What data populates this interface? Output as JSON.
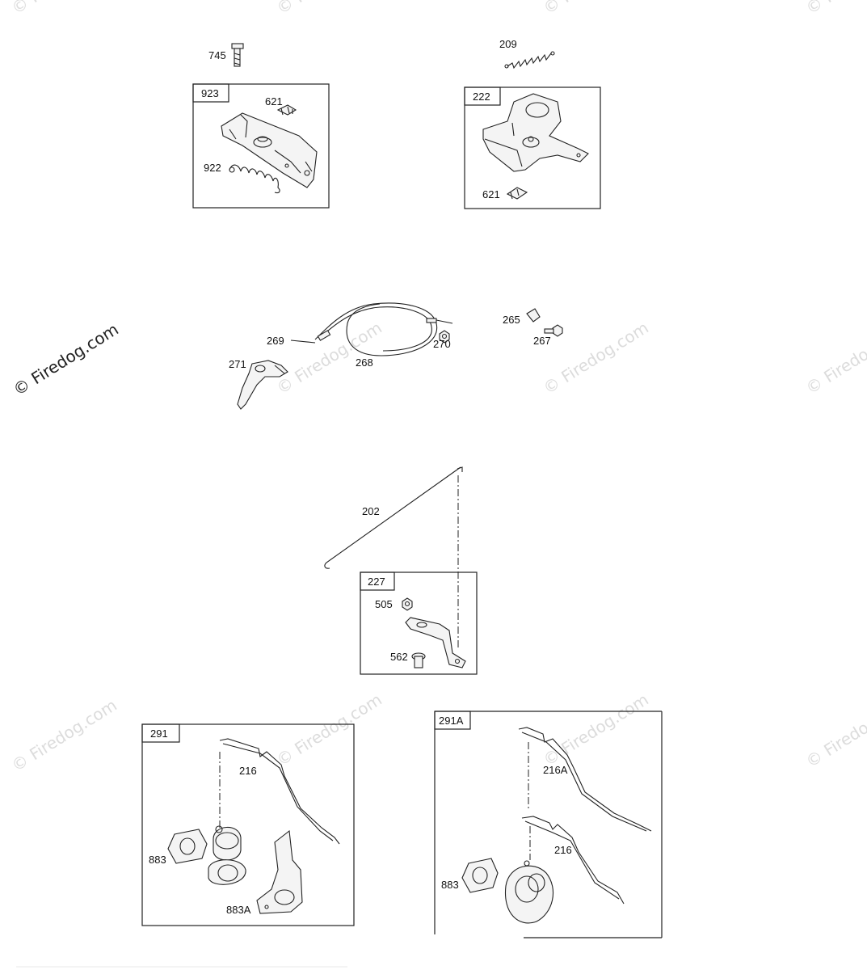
{
  "watermark": {
    "text": "© Firedog.com",
    "color_light": "#dcdcdc",
    "color_dark": "#222222"
  },
  "boxes": {
    "b923": "923",
    "b222": "222",
    "b227": "227",
    "b291": "291",
    "b291A": "291A"
  },
  "labels": {
    "p745": "745",
    "p621a": "621",
    "p922": "922",
    "p209": "209",
    "p621b": "621",
    "p269": "269",
    "p268": "268",
    "p270": "270",
    "p265": "265",
    "p267": "267",
    "p271": "271",
    "p202": "202",
    "p505": "505",
    "p562": "562",
    "p216a": "216",
    "p883a": "883",
    "p883A": "883A",
    "p216A": "216A",
    "p216b": "216",
    "p883b": "883"
  }
}
